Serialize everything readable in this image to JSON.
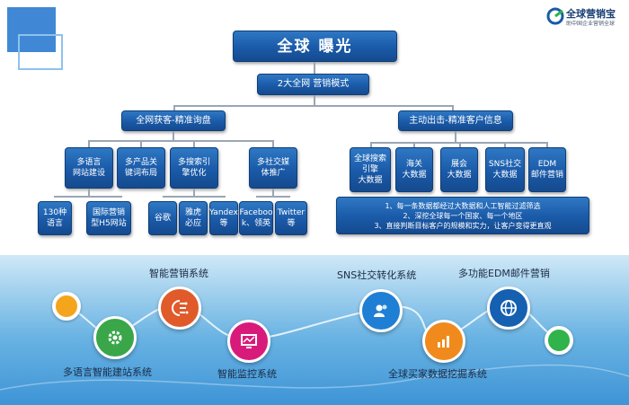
{
  "logo": {
    "name": "全球营销宝",
    "tagline": "助中国企业营销全球"
  },
  "title": "全球  曝光",
  "subtitle": "2大全网   营销模式",
  "left": {
    "header": "全网获客-精准询盘",
    "groups": [
      {
        "label": "多语言\n网站建设",
        "children": [
          "130种\n语言",
          "国际营销\n型H5网站"
        ]
      },
      {
        "label": "多产品关\n键词布局",
        "children": []
      },
      {
        "label": "多搜索引\n擎优化",
        "children": [
          "谷歌",
          "雅虎\n必应",
          "Yandex\n等"
        ]
      },
      {
        "label": "多社交媒\n体推广",
        "children": [
          "Faceboo\nk、领英",
          "Twitter\n等"
        ]
      }
    ]
  },
  "right": {
    "header": "主动出击-精准客户信息",
    "items": [
      "全球搜索\n引擎\n大数据",
      "海关\n大数据",
      "展会\n大数据",
      "SNS社交\n大数据",
      "EDM\n邮件营销"
    ],
    "notes": [
      "1、每一条数据都经过大数据和人工智能过滤筛选",
      "2、深挖全球每一个国家、每一个地区",
      "3、直接判断目标客户的规模和实力，让客户变得更直观"
    ]
  },
  "systems": [
    {
      "label": "多语言智能建站系统",
      "icon": "gear-icon",
      "color": "#3aa64a"
    },
    {
      "label": "智能营销系统",
      "icon": "brain-chip-icon",
      "color": "#e05a2a"
    },
    {
      "label": "智能监控系统",
      "icon": "monitor-chart-icon",
      "color": "#d81b7a"
    },
    {
      "label": "SNS社交转化系统",
      "icon": "users-icon",
      "color": "#1f7fd4"
    },
    {
      "label": "全球买家数据挖掘系统",
      "icon": "bar-chart-icon",
      "color": "#f08a1c"
    },
    {
      "label": "多功能EDM邮件营销",
      "icon": "globe-icon",
      "color": "#1560b0"
    }
  ],
  "colors": {
    "box": "#1a5aa8",
    "accent_orange": "#f4a51c",
    "accent_green": "#2fb34a"
  }
}
